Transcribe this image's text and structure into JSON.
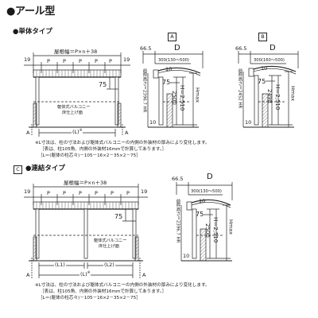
{
  "page": {
    "title": "●アール型",
    "sec1_sub": "●単体タイプ",
    "sec2_sub": "●連結タイプ",
    "box_a": "A",
    "box_b": "B",
    "box_c": "C"
  },
  "front_single": {
    "width_label": "屋根幅＝P×n＋38",
    "p_labels": [
      "P",
      "P",
      "P",
      "P",
      "P"
    ],
    "edge_left": "19",
    "edge_right": "19",
    "dim_75": "75",
    "balcony_label_1": "躯体式バルコニー",
    "balcony_label_2": "床仕上げ面",
    "l_label": "(L)",
    "l_mark": "※",
    "a_left": "A",
    "a_right": "A"
  },
  "section_a": {
    "overhang": "66.5",
    "d": "D",
    "range": "300(130～500)",
    "dim_10": "10",
    "dim_75": "75",
    "dim_2500": "2500",
    "h_label": "H＝2,510",
    "hmax": "Hmax",
    "beam_height": "前枠高さ＝2396.7 HR",
    "base_10": "10"
  },
  "section_b": {
    "overhang": "66.5",
    "d": "D",
    "range": "300(160～500)",
    "dim_10": "10",
    "dim_75": "75",
    "dim_2498": "2498",
    "h_label": "H＝2,510",
    "hmax": "Hmax",
    "beam_height": "前枠高さ＝2452 HR",
    "base_10": "10"
  },
  "note1": {
    "line1": "※L寸法は、柱の寸法および躯体式バルコニーの内側の外装材の厚みにより変化します。",
    "line2": "［表は、柱105角、内側の外装材16mmで計算してあります。］",
    "line3": "［L＝(躯体の柱芯々)－105－16×2－35×2－75］"
  },
  "front_linked": {
    "width_label": "屋根幅＝P×n＋38",
    "p_labels": [
      "P",
      "P",
      "P",
      "P",
      "P",
      "P"
    ],
    "edge_left": "19",
    "edge_right": "19",
    "dim_75": "75",
    "balcony_label_1": "躯体式バルコニー",
    "balcony_label_2": "床仕上げ面",
    "l1_label": "(L1)",
    "l2_label": "(L2)",
    "l_label": "(L)",
    "l_mark": "※",
    "a_left": "A",
    "a_right": "A"
  },
  "section_c": {
    "overhang": "66.5",
    "d": "D",
    "range": "300(130～500)",
    "dim_10": "10",
    "dim_75": "75",
    "dim_2500": "2500",
    "h_label": "H＝2,510",
    "hmax": "Hmax",
    "beam_height": "前枠高さ＝2396.7 HR",
    "base_10": "10"
  },
  "note2": {
    "line1": "※L寸法は、柱の寸法および躯体式バルコニーの内側の外装材の厚みにより変化します。",
    "line2": "［表は、柱105角、内側の外装材16mmで計算してあります。］",
    "line3": "［L＝(躯体の柱芯々)－105－16×2－35×2－75］"
  }
}
